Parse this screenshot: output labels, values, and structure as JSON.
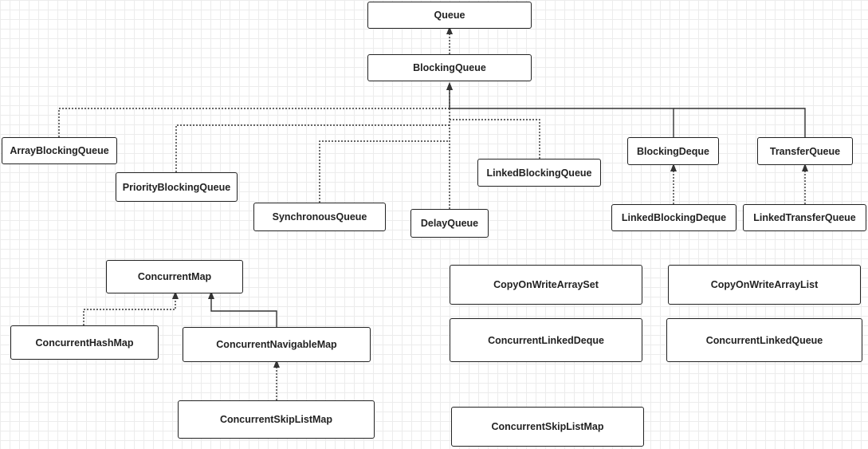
{
  "nodes": {
    "queue": "Queue",
    "blocking_queue": "BlockingQueue",
    "array_blocking_queue": "ArrayBlockingQueue",
    "priority_blocking_queue": "PriorityBlockingQueue",
    "synchronous_queue": "SynchronousQueue",
    "delay_queue": "DelayQueue",
    "linked_blocking_queue": "LinkedBlockingQueue",
    "blocking_deque": "BlockingDeque",
    "transfer_queue": "TransferQueue",
    "linked_blocking_deque": "LinkedBlockingDeque",
    "linked_transfer_queue": "LinkedTransferQueue",
    "concurrent_map": "ConcurrentMap",
    "concurrent_hash_map": "ConcurrentHashMap",
    "concurrent_navigable_map": "ConcurrentNavigableMap",
    "concurrent_skip_list_map_tree": "ConcurrentSkipListMap",
    "copy_on_write_array_set": "CopyOnWriteArraySet",
    "copy_on_write_array_list": "CopyOnWriteArrayList",
    "concurrent_linked_deque": "ConcurrentLinkedDeque",
    "concurrent_linked_queue": "ConcurrentLinkedQueue",
    "concurrent_skip_list_map_standalone": "ConcurrentSkipListMap"
  },
  "relations": [
    {
      "from": "blocking_queue",
      "to": "queue",
      "kind": "implements"
    },
    {
      "from": "array_blocking_queue",
      "to": "blocking_queue",
      "kind": "implements"
    },
    {
      "from": "priority_blocking_queue",
      "to": "blocking_queue",
      "kind": "implements"
    },
    {
      "from": "synchronous_queue",
      "to": "blocking_queue",
      "kind": "implements"
    },
    {
      "from": "delay_queue",
      "to": "blocking_queue",
      "kind": "implements"
    },
    {
      "from": "linked_blocking_queue",
      "to": "blocking_queue",
      "kind": "implements"
    },
    {
      "from": "blocking_deque",
      "to": "blocking_queue",
      "kind": "extends"
    },
    {
      "from": "transfer_queue",
      "to": "blocking_queue",
      "kind": "extends"
    },
    {
      "from": "linked_blocking_deque",
      "to": "blocking_deque",
      "kind": "implements"
    },
    {
      "from": "linked_transfer_queue",
      "to": "transfer_queue",
      "kind": "implements"
    },
    {
      "from": "concurrent_hash_map",
      "to": "concurrent_map",
      "kind": "implements"
    },
    {
      "from": "concurrent_navigable_map",
      "to": "concurrent_map",
      "kind": "extends"
    },
    {
      "from": "concurrent_skip_list_map_tree",
      "to": "concurrent_navigable_map",
      "kind": "implements"
    }
  ]
}
